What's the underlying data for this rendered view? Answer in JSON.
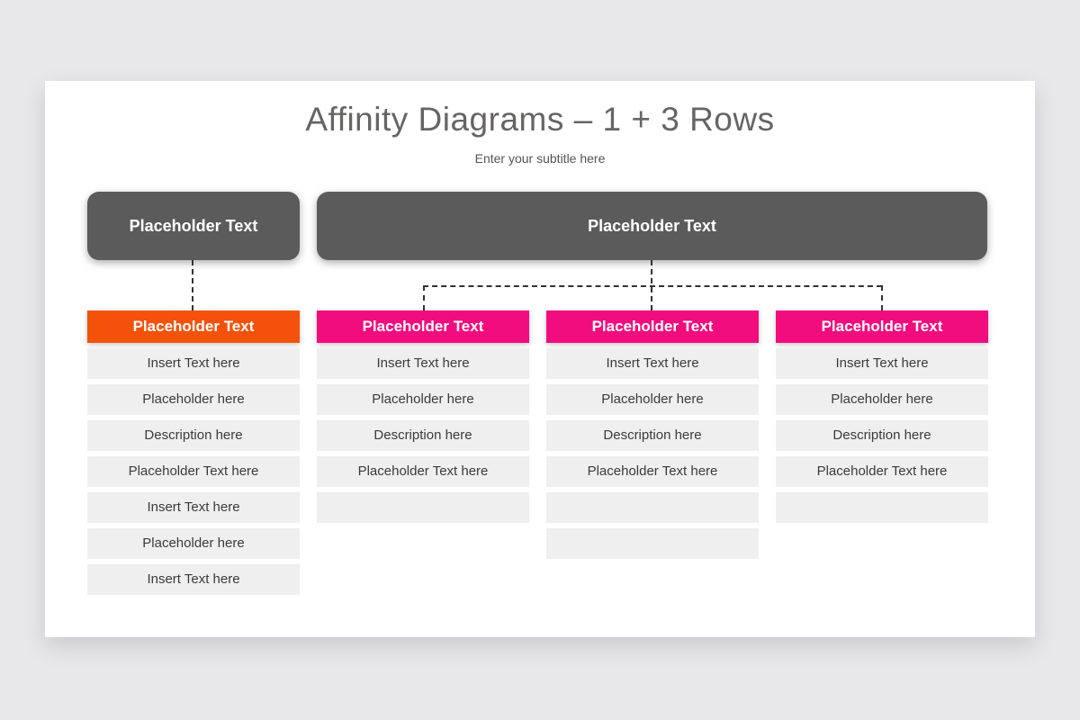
{
  "header": {
    "title": "Affinity Diagrams – 1 + 3 Rows",
    "subtitle": "Enter your subtitle here"
  },
  "top_boxes": [
    {
      "label": "Placeholder Text"
    },
    {
      "label": "Placeholder Text"
    }
  ],
  "columns": [
    {
      "header": "Placeholder Text",
      "accent": "#F4520B",
      "items": [
        "Insert Text here",
        "Placeholder here",
        "Description here",
        "Placeholder Text here",
        "Insert Text here",
        "Placeholder here",
        "Insert Text here"
      ]
    },
    {
      "header": "Placeholder Text",
      "accent": "#F20D7E",
      "items": [
        "Insert Text here",
        "Placeholder here",
        "Description here",
        "Placeholder Text here",
        ""
      ]
    },
    {
      "header": "Placeholder Text",
      "accent": "#F20D7E",
      "items": [
        "Insert Text here",
        "Placeholder here",
        "Description here",
        "Placeholder Text here",
        "",
        ""
      ]
    },
    {
      "header": "Placeholder Text",
      "accent": "#F20D7E",
      "items": [
        "Insert Text here",
        "Placeholder here",
        "Description here",
        "Placeholder Text here",
        ""
      ]
    }
  ],
  "colors": {
    "page_bg": "#E8E7E9",
    "card_bg": "#FFFFFF",
    "box_dark": "#5C5B5B",
    "accent_orange": "#F4520B",
    "accent_pink": "#F20D7E",
    "cell_bg": "#F0EFEF",
    "cell_text": "#3B3B3B",
    "title_text": "#666564",
    "connector": "#333333"
  }
}
